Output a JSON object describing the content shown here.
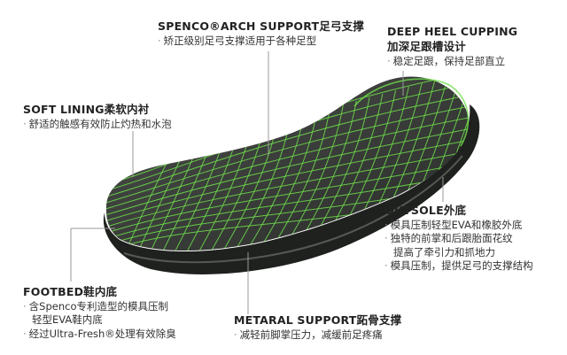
{
  "callouts": {
    "arch": {
      "title": "SPENCO®ARCH SUPPORT足弓支撑",
      "lines": [
        "矫正级别足弓支撑适用于各种足型"
      ]
    },
    "heel": {
      "title": "DEEP HEEL CUPPING",
      "subtitle": "加深足跟槽设计",
      "lines": [
        "稳定足跟，保持足部直立"
      ]
    },
    "lining": {
      "title": "SOFT LINING柔软内衬",
      "lines": [
        "舒适的触感有效防止灼热和水泡"
      ]
    },
    "outsole": {
      "title": "OUTSOLE外底",
      "lines": [
        "模具压制轻型EVA和橡胶外底",
        "独特的前掌和后跟胎面花纹",
        "提高了牵引力和抓地力",
        "模具压制，提供足弓的支撑结构"
      ]
    },
    "footbed": {
      "title": "FOOTBED鞋内底",
      "lines": [
        "含Spenco专利造型的模具压制",
        "轻型EVA鞋内底",
        "经过Ultra-Fresh®处理有效除臭"
      ]
    },
    "metaral": {
      "title": "METARAL SUPPORT跖骨支撑",
      "lines": [
        "减轻前脚掌压力，减缓前足疼痛"
      ]
    }
  },
  "colors": {
    "grid": "#6fe04a",
    "insole": "#3a3d3a",
    "insole_edge": "#1f211f",
    "leader": "#9a9a9a"
  }
}
